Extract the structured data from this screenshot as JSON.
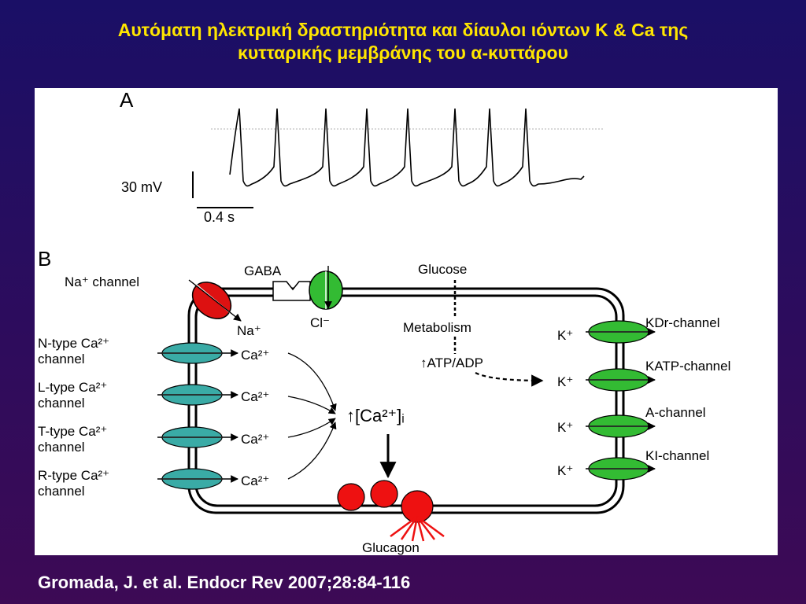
{
  "slide": {
    "title_line1": "Αυτόματη ηλεκτρική δραστηριότητα και δίαυλοι ιόντων K & Ca της",
    "title_line2": "κυτταρικής μεμβράνης του α-κυττάρου",
    "citation": "Gromada, J. et al. Endocr Rev 2007;28:84-116"
  },
  "panel_a": {
    "label": "A",
    "voltage_scale": "30 mV",
    "time_scale": "0.4 s"
  },
  "panel_b": {
    "label": "B",
    "na_channel": "Na⁺ channel",
    "na_ion": "Na⁺",
    "gaba": "GABA",
    "cl_ion": "Cl⁻",
    "glucose": "Glucose",
    "metabolism": "Metabolism",
    "atp_adp": "↑ATP/ADP",
    "ca_channels": [
      {
        "line1": "N-type Ca²⁺",
        "line2": "channel",
        "ion": "Ca²⁺"
      },
      {
        "line1": "L-type Ca²⁺",
        "line2": "channel",
        "ion": "Ca²⁺"
      },
      {
        "line1": "T-type Ca²⁺",
        "line2": "channel",
        "ion": "Ca²⁺"
      },
      {
        "line1": "R-type Ca²⁺",
        "line2": "channel",
        "ion": "Ca²⁺"
      }
    ],
    "ca_internal": "↑[Ca²⁺]ᵢ",
    "k_channels": [
      {
        "ion": "K⁺",
        "name": "KDr-channel"
      },
      {
        "ion": "K⁺",
        "name": "KATP-channel"
      },
      {
        "ion": "K⁺",
        "name": "A-channel"
      },
      {
        "ion": "K⁺",
        "name": "KI-channel"
      }
    ],
    "glucagon": "Glucagon"
  },
  "colors": {
    "title": "#ffe600",
    "ca_channel": "#3aaba6",
    "k_channel": "#33bb33",
    "na_channel": "#dd1111",
    "granule": "#ee1111"
  }
}
